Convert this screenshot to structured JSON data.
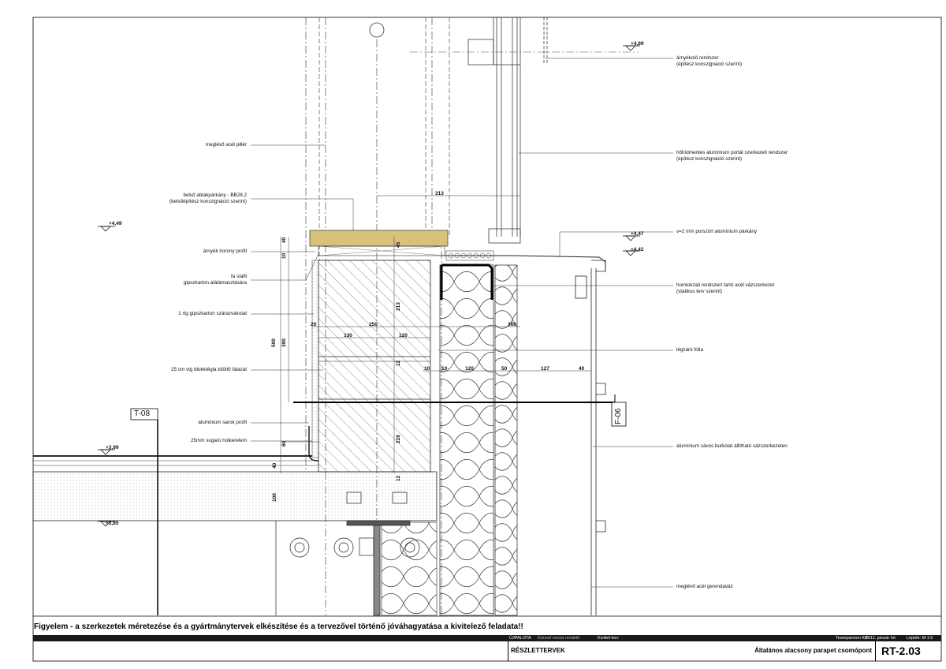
{
  "labels_left": [
    {
      "id": "acel-piller",
      "text": "meglévő acél pillér"
    },
    {
      "id": "ablakparkany",
      "text": "belső ablakpárkány - BB28.2\n(belsőépítész konszignáció szerint)"
    },
    {
      "id": "horony",
      "text": "árnyék horony profil"
    },
    {
      "id": "fa-staf",
      "text": "fa stafli\ngipszkarton alátámasztására"
    },
    {
      "id": "gipszkarton",
      "text": "1 rtg gipszkarton szárazvakolat"
    },
    {
      "id": "blokktegla",
      "text": "25 cm vtg blokktégla kitöltő falazat"
    },
    {
      "id": "sarok-profil",
      "text": "alumínium sarok profil"
    },
    {
      "id": "holkerelem",
      "text": "25mm sugarú holkerelem"
    }
  ],
  "labels_right": [
    {
      "id": "arnyekolo",
      "text": "árnyékoló rendszer\n(építész konszignáció szerint)"
    },
    {
      "id": "portal",
      "text": "hőhídmentes alumínium portál szerkezeti rendszer\n(építész konszignáció szerint)"
    },
    {
      "id": "aluparkany",
      "text": "v=2 mm porszórt alumínium párkány"
    },
    {
      "id": "vazszerkezet",
      "text": "homlokzati rendszert tartó acél vázszerkezet\n(statikus terv szerint)"
    },
    {
      "id": "legzaro",
      "text": "légzáró fólia"
    },
    {
      "id": "savos",
      "text": "alumínium sávos burkolat állítható vázszerkezeten"
    },
    {
      "id": "gerendavaz",
      "text": "meglévő acél gerendaváz"
    }
  ],
  "levels": [
    "+4,89",
    "+4,49",
    "+4,47",
    "+4,42",
    "+3,99",
    "+3,85"
  ],
  "dims": {
    "d313": "313",
    "d40": "40",
    "d10": "10",
    "d45": "45",
    "d213": "213",
    "d500": "500",
    "d390": "390",
    "d20": "20",
    "d250": "250",
    "d360": "360",
    "d130": "130",
    "d120a": "120",
    "d12a": "12",
    "d10b": "10",
    "d10c": "10",
    "d120b": "120",
    "d50": "50",
    "d127": "127",
    "d40b": "40",
    "d228": "228",
    "d60": "60",
    "d40c": "40",
    "d12b": "12",
    "d100": "100"
  },
  "tags": {
    "t08": "T-08",
    "f06": "F-06"
  },
  "warning": "Figyelem - a szerkezetek méretezése és a gyártmánytervek elkészítése és a tervezővel történő jóváhagyatása a kivitelező feladata!!",
  "titleblock": {
    "project": "ÚJPALOTA",
    "subproject": "Körzeti orvosi rendelő",
    "phase": "Kiviteli terv",
    "company": "Teampannon Kft.",
    "date": "2011. január hó",
    "scale": "Lépték: M 1:5",
    "category": "RÉSZLETTERVEK",
    "title": "Általános alacsony parapet csomópont",
    "sheet": "RT-2.03"
  }
}
